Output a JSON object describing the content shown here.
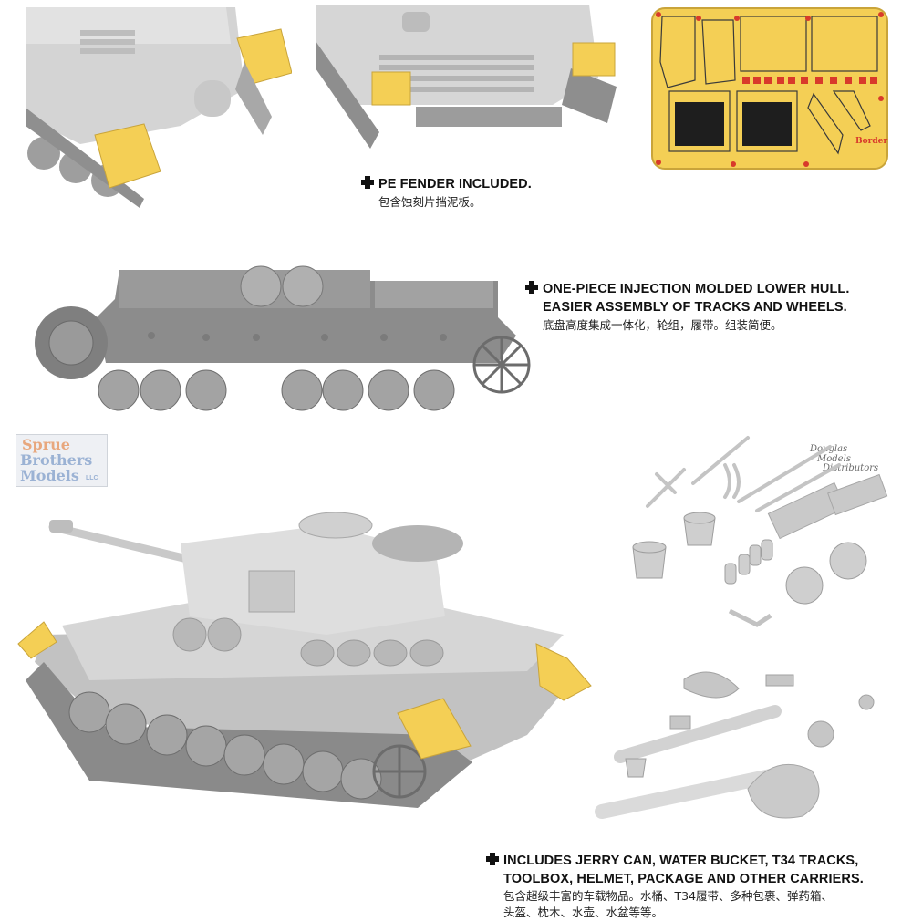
{
  "features": {
    "pe_fender": {
      "title": "PE FENDER INCLUDED.",
      "cn": "包含蚀刻片挡泥板。"
    },
    "lower_hull": {
      "title_line1": "ONE-PIECE INJECTION MOLDED LOWER HULL.",
      "title_line2": "EASIER ASSEMBLY OF TRACKS AND WHEELS.",
      "cn": "底盘高度集成一体化，轮组，履带。组装简便。"
    },
    "carriers": {
      "title_line1": "INCLUDES JERRY CAN, WATER BUCKET, T34 TRACKS,",
      "title_line2": "TOOLBOX, HELMET, PACKAGE AND OTHER CARRIERS.",
      "cn_line1": "包含超级丰富的车载物品。水桶、T34履带、多种包裹、弹药箱、",
      "cn_line2": "头盔、枕木、水壶、水盆等等。"
    }
  },
  "watermarks": {
    "sbm_line1": "Sprue",
    "sbm_line2": "Brothers",
    "sbm_line3": "Models",
    "sbm_suffix": "LLC",
    "dmd_line1": "Douglas",
    "dmd_line2": "Models",
    "dmd_line3": "Distributors"
  },
  "pe_sheet_logo": "Border",
  "colors": {
    "pe_brass": "#f4cf55",
    "pe_red": "#d83a2b",
    "model_grey": "#cfcfcf",
    "model_dark": "#8c8c8c",
    "text": "#111111"
  }
}
